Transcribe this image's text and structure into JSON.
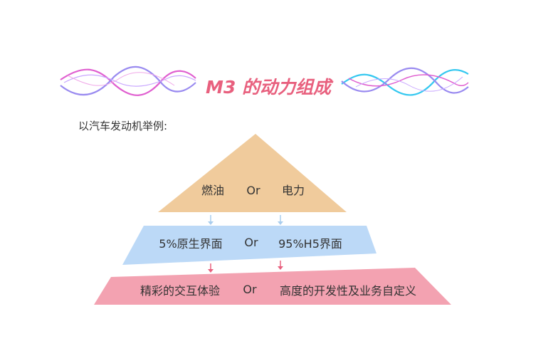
{
  "title": "M3 的动力组成",
  "intro": "以汽车发动机举例:",
  "levels": [
    {
      "left": "燃油",
      "separator": "Or",
      "right": "电力",
      "color": "#f0cb9c"
    },
    {
      "left": "5%原生界面",
      "separator": "Or",
      "right": "95%H5界面",
      "color": "#bcd9f7"
    },
    {
      "left": "精彩的交互体验",
      "separator": "Or",
      "right": "高度的开发性及业务自定义",
      "color": "#f3a2b1"
    }
  ],
  "colors": {
    "title": "#e8607e",
    "text": "#333333",
    "arrow_top": "#a9cdee",
    "arrow_bottom": "#e8607e",
    "wave_pink": "#e05fd0",
    "wave_purple": "#9a8bf0",
    "wave_cyan": "#35c8f0"
  }
}
